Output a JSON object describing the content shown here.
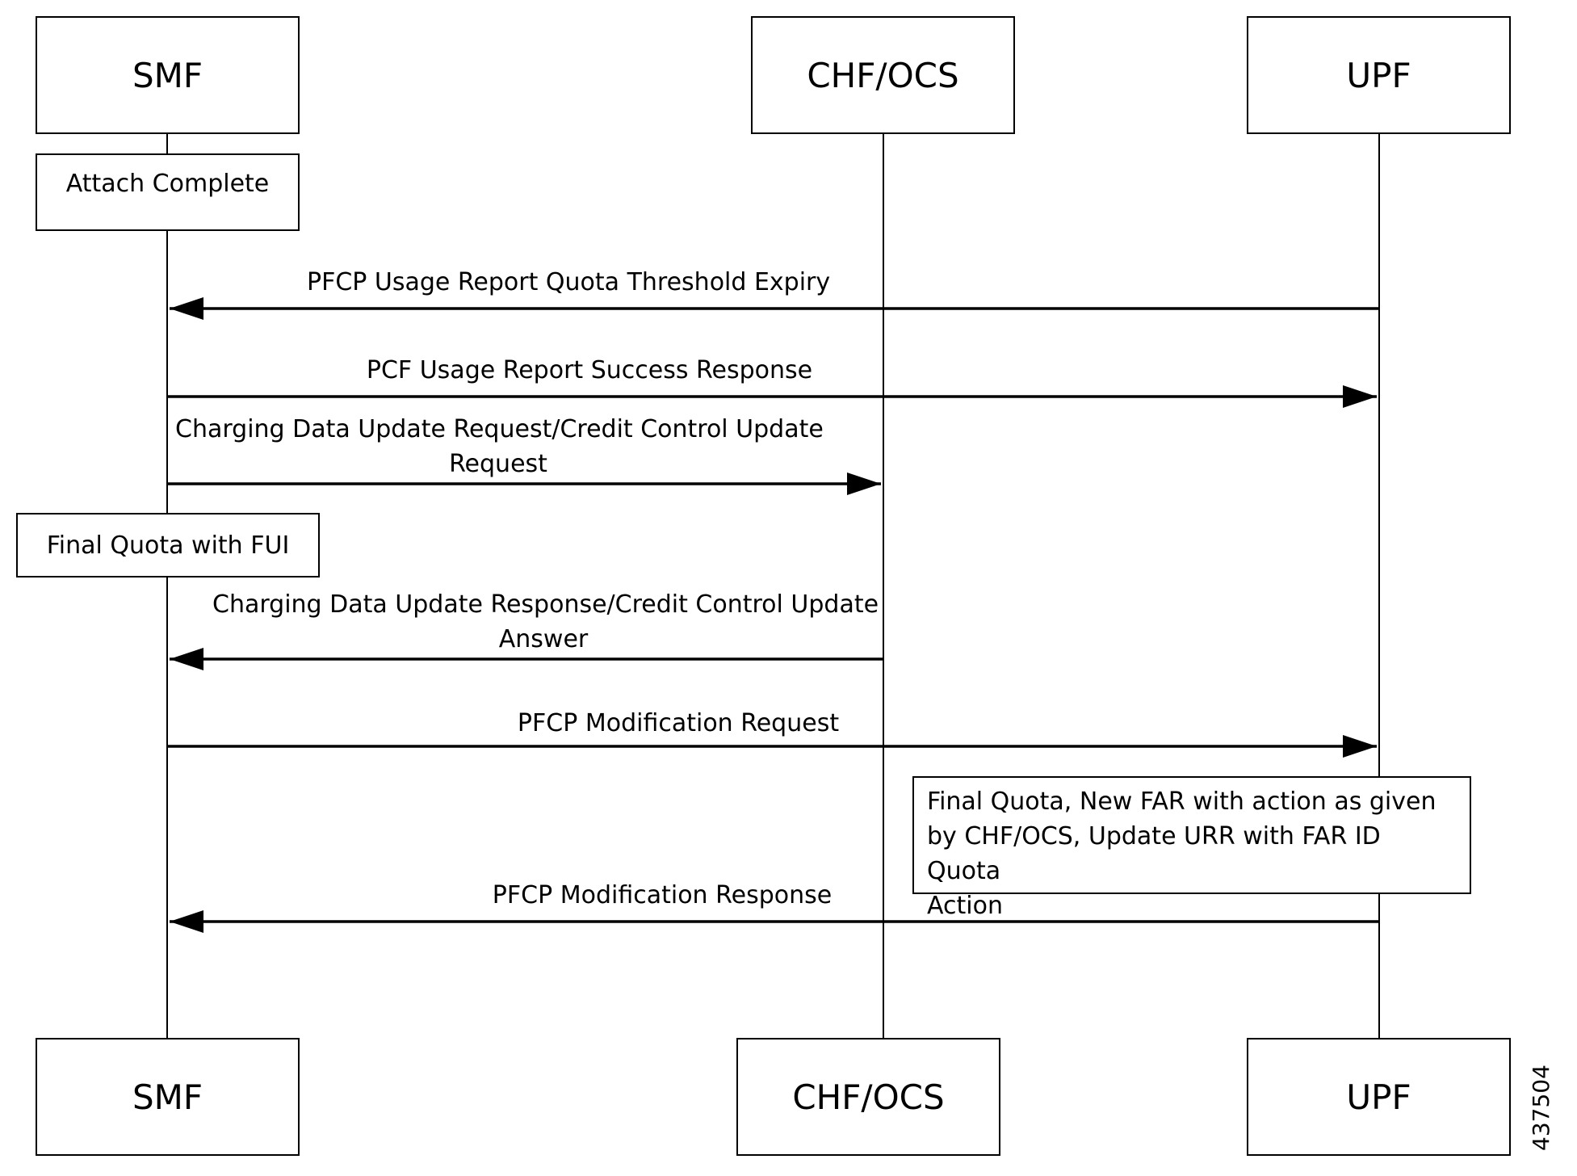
{
  "participants": {
    "smf": "SMF",
    "chf": "CHF/OCS",
    "upf": "UPF"
  },
  "notes": {
    "attach_complete": "Attach Complete",
    "final_quota_fui": "Final Quota with FUI",
    "final_quota_far": [
      "Final Quota, New FAR with action as given",
      "by CHF/OCS, Update URR with FAR ID Quota",
      "Action"
    ]
  },
  "messages": [
    {
      "from": "UPF",
      "to": "SMF",
      "lines": [
        "PFCP Usage Report Quota Threshold Expiry"
      ]
    },
    {
      "from": "SMF",
      "to": "UPF",
      "lines": [
        "PCF Usage Report Success Response"
      ]
    },
    {
      "from": "SMF",
      "to": "CHF/OCS",
      "lines": [
        "Charging Data Update Request/Credit Control Update",
        "Request"
      ]
    },
    {
      "from": "CHF/OCS",
      "to": "SMF",
      "lines": [
        "Charging Data Update Response/Credit Control Update",
        "Answer"
      ]
    },
    {
      "from": "SMF",
      "to": "UPF",
      "lines": [
        "PFCP Modification Request"
      ]
    },
    {
      "from": "UPF",
      "to": "SMF",
      "lines": [
        "PFCP Modification Response"
      ]
    }
  ],
  "figure_id": "437504"
}
